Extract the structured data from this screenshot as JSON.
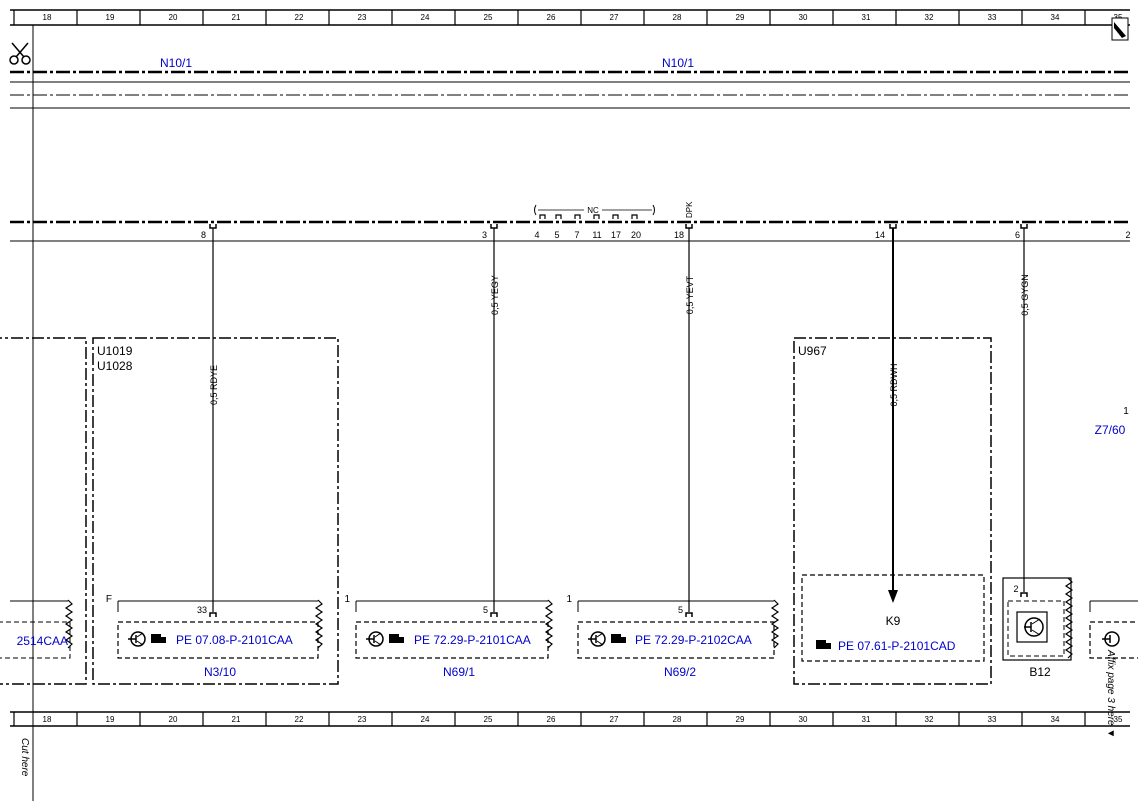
{
  "ruler": {
    "numbers": [
      "18",
      "19",
      "20",
      "21",
      "22",
      "23",
      "24",
      "25",
      "26",
      "27",
      "28",
      "29",
      "30",
      "31",
      "32",
      "33",
      "34",
      "35"
    ]
  },
  "cut_labels": {
    "left": "Cut here",
    "right": "Affix page 3 here ▼"
  },
  "bus": {
    "label_left": "N10/1",
    "label_right": "N10/1"
  },
  "connector_pins": {
    "pin_8": "8",
    "pin_3": "3",
    "pin_4": "4",
    "pin_5": "5",
    "pin_7": "7",
    "pin_11": "11",
    "pin_17": "17",
    "pin_20": "20",
    "pin_18": "18",
    "pin_14": "14",
    "pin_6": "6",
    "pin_2": "2",
    "nc_label": "NC",
    "dpk_label": "DPK"
  },
  "wires": {
    "w1": "0,5 RDYE",
    "w2": "0,5 YEGY",
    "w3": "0,5 YEVT",
    "w4": "0,5 RDWH",
    "w5": "0,5 GYGN"
  },
  "groups": {
    "g1_line1": "U1019",
    "g1_line2": "U1028",
    "g2": "U967"
  },
  "components": {
    "partial_ref": "2514CAA",
    "n310_corner": "F",
    "n310_pin": "33",
    "n310_ref": "PE 07.08-P-2101CAA",
    "n310_name": "N3/10",
    "n691_corner": "1",
    "n691_pin": "5",
    "n691_ref": "PE 72.29-P-2101CAA",
    "n691_name": "N69/1",
    "n692_corner": "1",
    "n692_pin": "5",
    "n692_ref": "PE 72.29-P-2102CAA",
    "n692_name": "N69/2",
    "k9_name": "K9",
    "k9_ref": "PE 07.61-P-2101CAD",
    "b12_pin": "2",
    "b12_name": "B12",
    "z760_pin": "1",
    "z760_name": "Z7/60"
  },
  "colors": {
    "link": "#0000cc",
    "line": "#000000"
  }
}
